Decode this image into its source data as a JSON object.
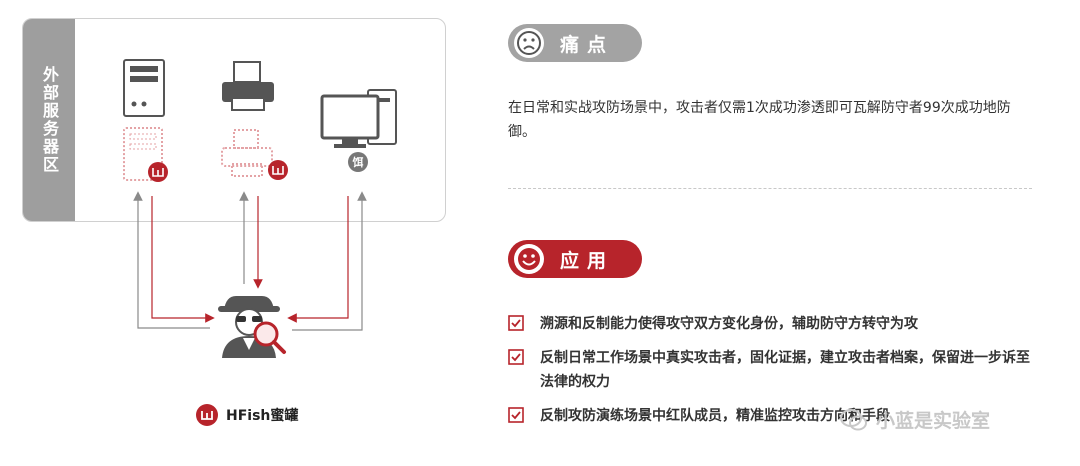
{
  "diagram": {
    "zone_label": "外部服务器区",
    "bait_badge": "饵",
    "legend": "HFish蜜罐"
  },
  "pain": {
    "title": "痛点",
    "icon": "sad-face-icon",
    "text": "在日常和实战攻防场景中，攻击者仅需1次成功渗透即可瓦解防守者99次成功地防御。"
  },
  "application": {
    "title": "应用",
    "icon": "smile-face-icon",
    "items": [
      {
        "text": "溯源和反制能力使得攻守双方变化身份，辅助防守方转守为攻"
      },
      {
        "text": "反制日常工作场景中真实攻击者，固化证据，建立攻击者档案，保留进一步诉至法律的权力"
      },
      {
        "text": "反制攻防演练场景中红队成员，精准监控攻击方向和手段"
      }
    ]
  },
  "watermark": "小蓝是实验室",
  "colors": {
    "accent": "#b7242b",
    "gray": "#a3a3a3"
  }
}
